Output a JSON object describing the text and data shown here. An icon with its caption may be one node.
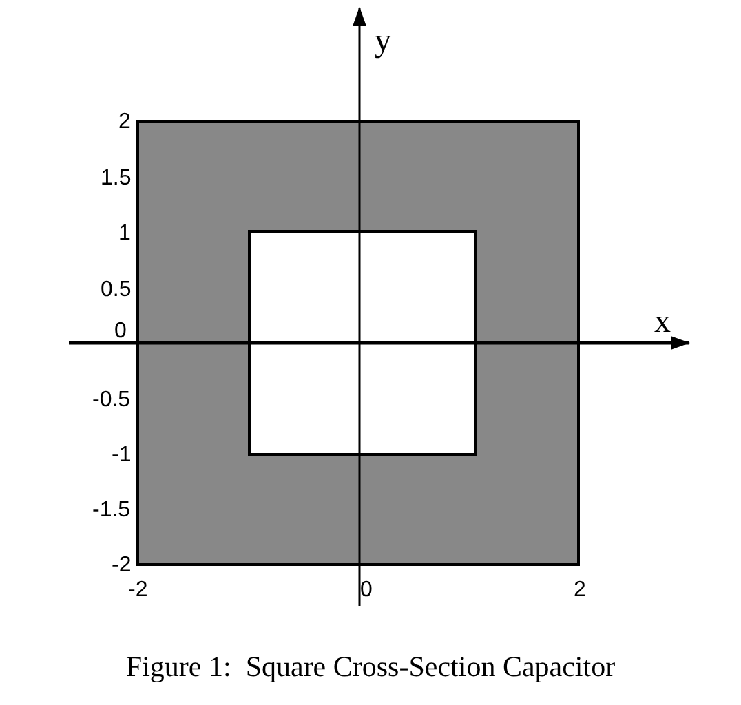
{
  "diagram": {
    "caption": "Figure 1:  Square Cross-Section Capacitor",
    "labels": [
      "y",
      "2",
      "1.5",
      "1",
      "0.5",
      "0",
      "x",
      "-0.5",
      "-1",
      "-1.5",
      "-2",
      "-2",
      "0",
      "2"
    ]
  }
}
